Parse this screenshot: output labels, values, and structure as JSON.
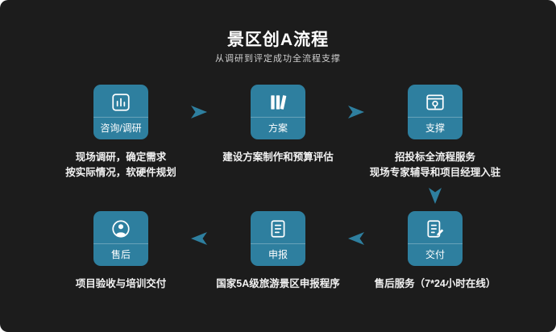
{
  "header": {
    "title": "景区创A流程",
    "subtitle": "从调研到评定成功全流程支撑"
  },
  "colors": {
    "background": "#1c1c1c",
    "box": "#2e7f9f",
    "arrow": "#2e7f9f",
    "title_text": "#ffffff",
    "body_text": "#f2f2f2"
  },
  "steps": [
    {
      "order": 1,
      "label": "咨询/调研",
      "icon": "bar-chart-icon",
      "desc_lines": [
        "现场调研，确定需求",
        "按实际情况，软硬件规划"
      ]
    },
    {
      "order": 2,
      "label": "方案",
      "icon": "books-icon",
      "desc_lines": [
        "建设方案制作和预算评估"
      ]
    },
    {
      "order": 3,
      "label": "支撑",
      "icon": "browser-window-icon",
      "desc_lines": [
        "招投标全流程服务",
        "现场专家辅导和项目经理入驻"
      ]
    },
    {
      "order": 4,
      "label": "交付",
      "icon": "document-pen-icon",
      "desc_lines": [
        "售后服务（7*24小时在线）"
      ]
    },
    {
      "order": 5,
      "label": "申报",
      "icon": "document-lines-icon",
      "desc_lines": [
        "国家5A级旅游景区申报程序"
      ]
    },
    {
      "order": 6,
      "label": "售后",
      "icon": "support-person-icon",
      "desc_lines": [
        "项目验收与培训交付"
      ]
    }
  ]
}
